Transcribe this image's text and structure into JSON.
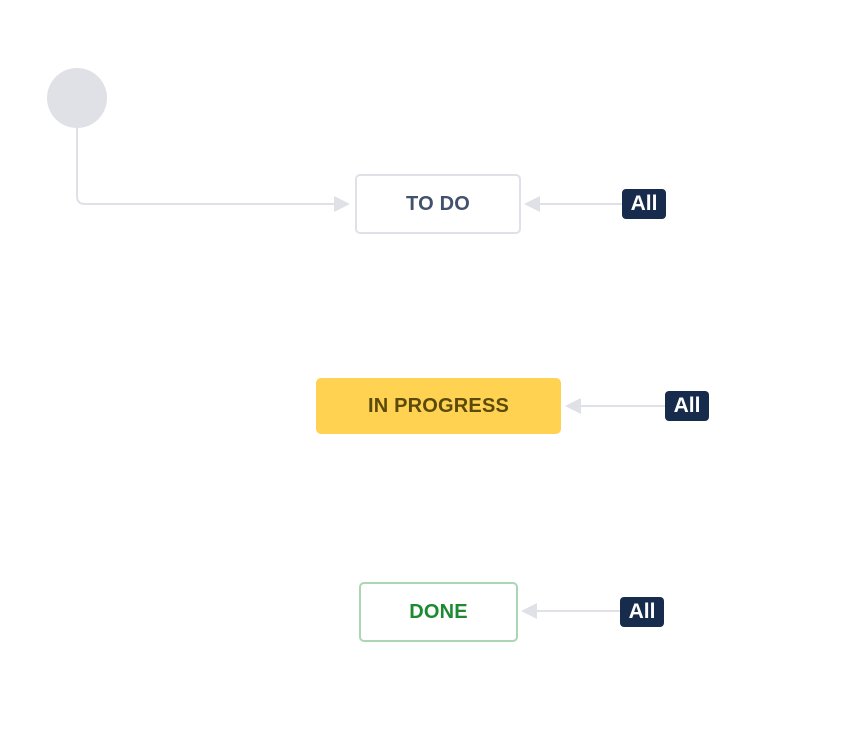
{
  "workflow": {
    "start": {
      "color": "#dfe1e6"
    },
    "statuses": [
      {
        "label": "TO DO",
        "text_color": "#42526e",
        "fill": "#ffffff",
        "border": "#dfe1e6"
      },
      {
        "label": "IN PROGRESS",
        "text_color": "#5c4a0a",
        "fill": "#ffd351",
        "border": "#ffd351"
      },
      {
        "label": "DONE",
        "text_color": "#1d8a32",
        "fill": "#ffffff",
        "border": "#abd5b5"
      }
    ],
    "global_transitions": [
      {
        "label": "All",
        "target": "TO DO"
      },
      {
        "label": "All",
        "target": "IN PROGRESS"
      },
      {
        "label": "All",
        "target": "DONE"
      }
    ],
    "connector_color": "#dfe1e6",
    "badge_color": "#172b4d"
  }
}
